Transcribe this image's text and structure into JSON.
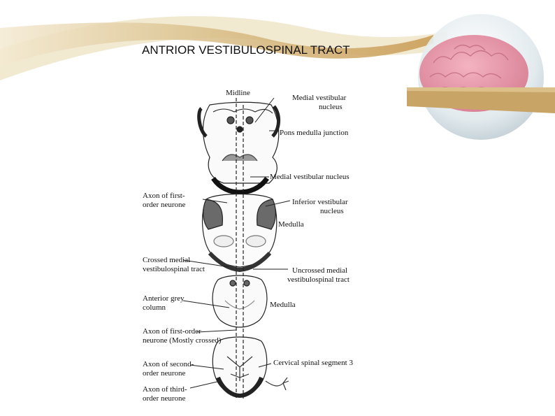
{
  "slide": {
    "title": "ANTRIOR VESTIBULOSPINAL TRACT"
  },
  "diagram": {
    "top_label": "Midline",
    "labels_right": {
      "medial_vestibular_nucleus_top": [
        "Medial vestibular",
        "nucleus"
      ],
      "pons_medulla_junction": "Pons medulla junction",
      "medial_vestibular_nucleus": "Medial vestibular nucleus",
      "inferior_vestibular_nucleus": [
        "Inferior vestibular",
        "nucleus"
      ],
      "medulla_upper": "Medulla",
      "uncrossed_medial": [
        "Uncrossed medial",
        "vestibulospinal tract"
      ],
      "medulla_lower": "Medulla",
      "cervical_segment": "Cervical spinal segment 3"
    },
    "labels_left": {
      "axon_first_order": [
        "Axon of first-",
        "order neurone"
      ],
      "crossed_medial": [
        "Crossed medial",
        "vestibulospinal tract"
      ],
      "anterior_grey": [
        "Anterior grey",
        "column"
      ],
      "axon_first_order_crossed": [
        "Axon of first-order",
        "neurone (Mostly crossed)"
      ],
      "axon_second_order": [
        "Axon of second-",
        "order neurone"
      ],
      "axon_third_order": [
        "Axon of third-",
        "order neurone"
      ]
    }
  }
}
